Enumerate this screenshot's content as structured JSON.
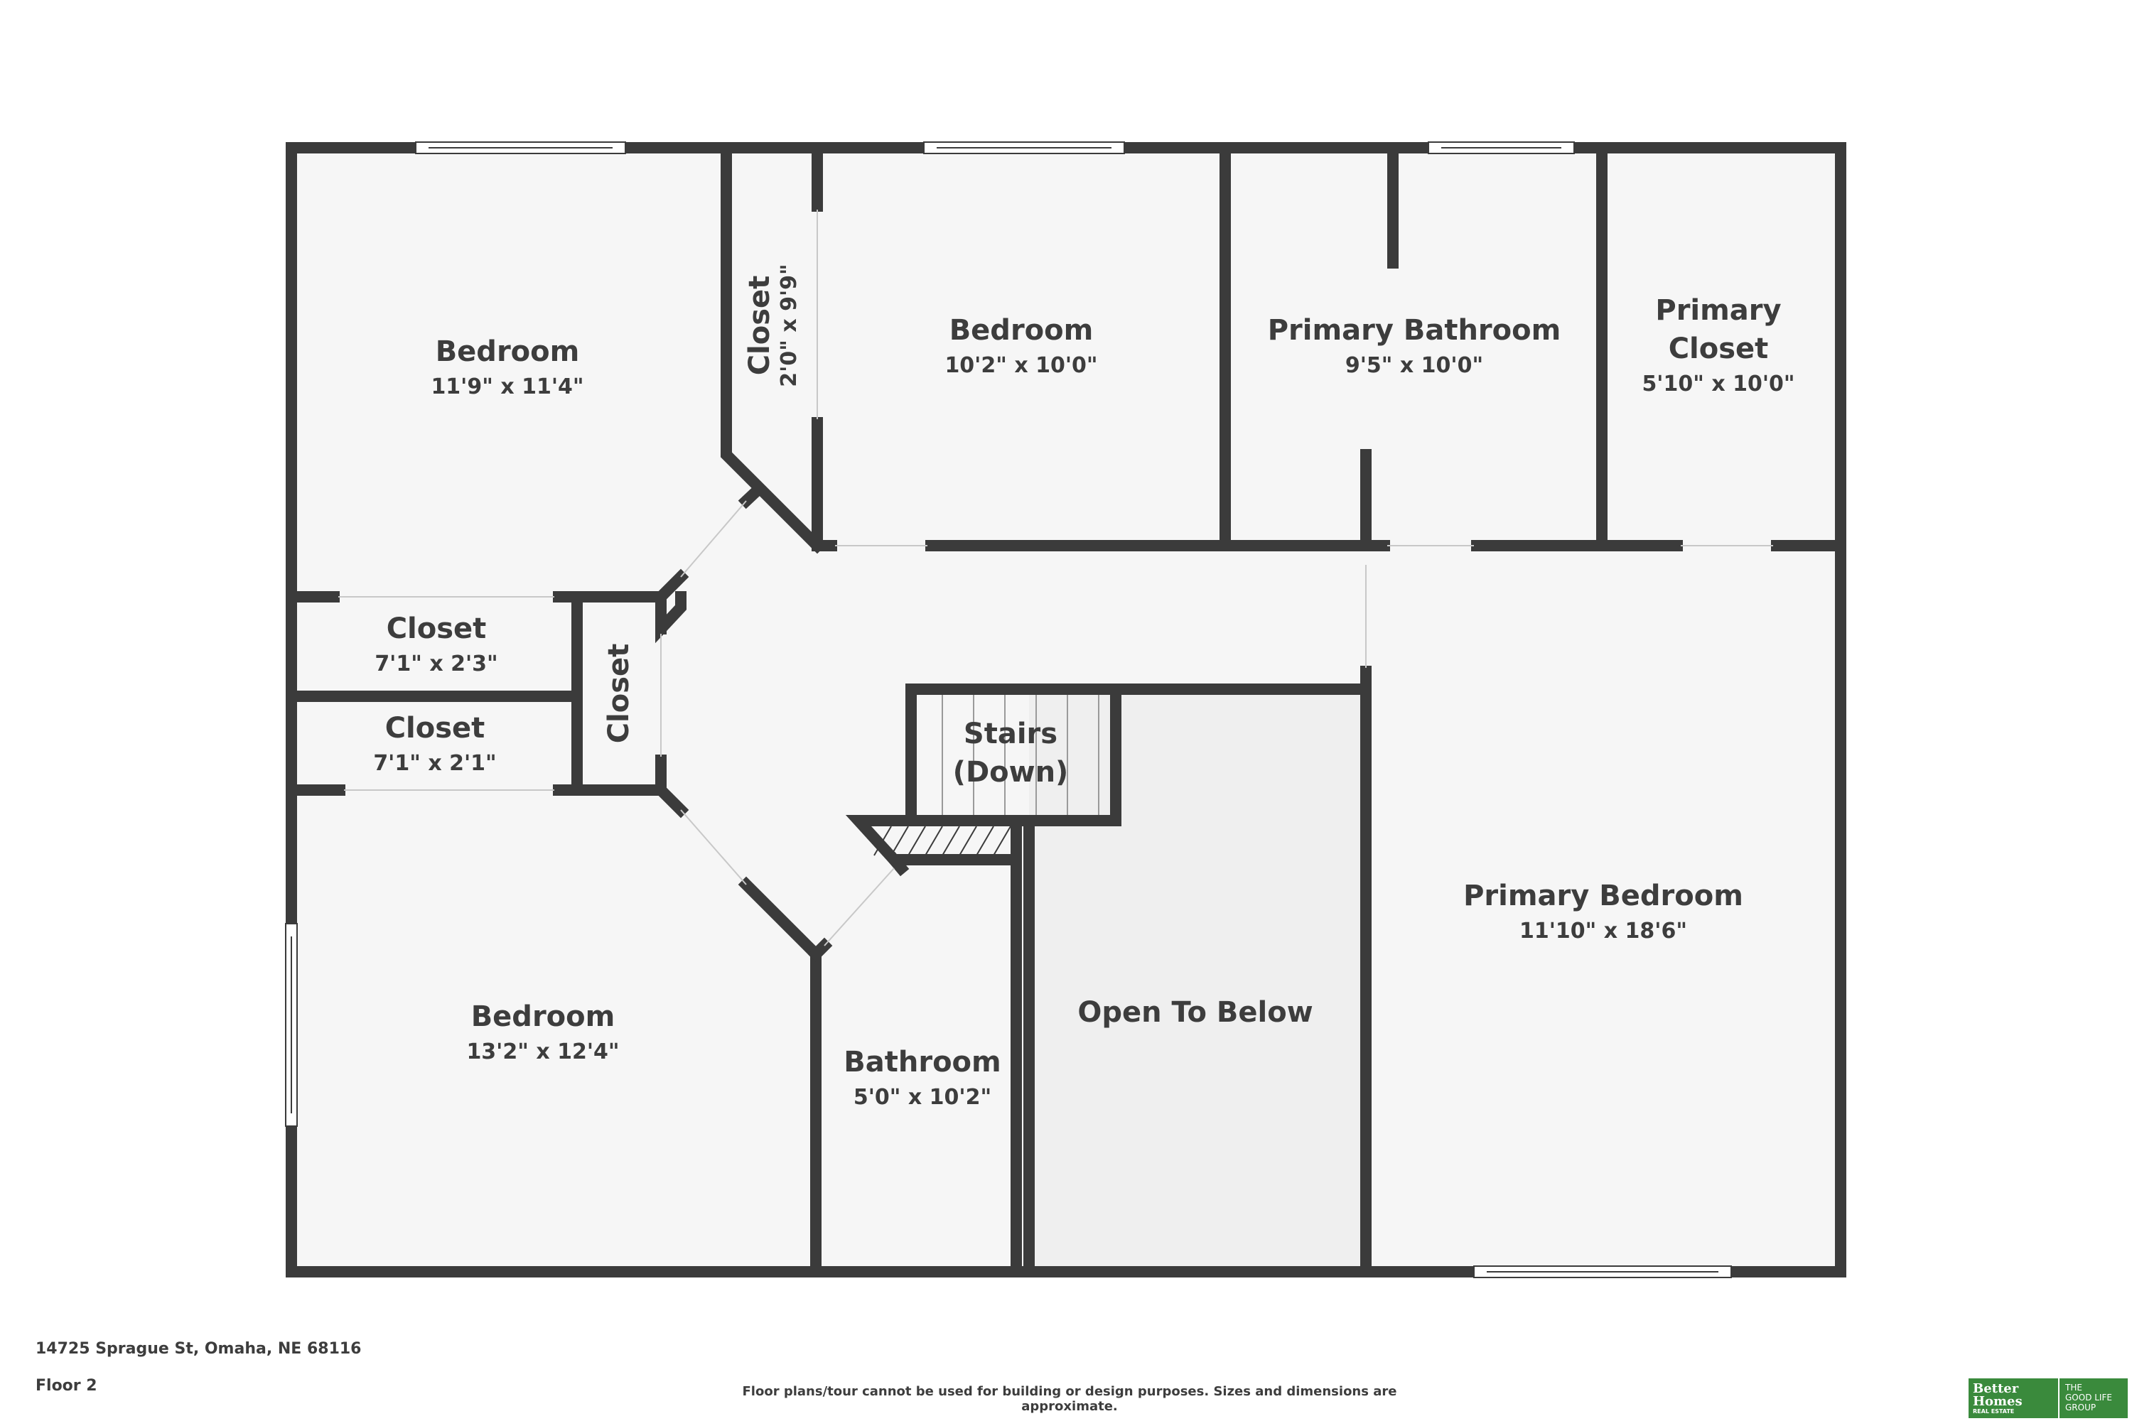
{
  "rooms": {
    "bedroom_nw": {
      "name": "Bedroom",
      "dims": "11'9\" x 11'4\""
    },
    "closet_narrow": {
      "name": "Closet",
      "dims": "2'0\" x 9'9\""
    },
    "bedroom_n": {
      "name": "Bedroom",
      "dims": "10'2\" x 10'0\""
    },
    "primary_bathroom": {
      "name": "Primary Bathroom",
      "dims": "9'5\" x 10'0\""
    },
    "primary_closet": {
      "name_line1": "Primary",
      "name_line2": "Closet",
      "dims": "5'10\" x 10'0\""
    },
    "closet_upper": {
      "name": "Closet",
      "dims": "7'1\" x 2'3\""
    },
    "closet_lower": {
      "name": "Closet",
      "dims": "7'1\" x 2'1\""
    },
    "closet_vertical": {
      "name": "Closet"
    },
    "stairs": {
      "line1": "Stairs",
      "line2": "(Down)"
    },
    "bedroom_sw": {
      "name": "Bedroom",
      "dims": "13'2\" x 12'4\""
    },
    "bathroom": {
      "name": "Bathroom",
      "dims": "5'0\" x 10'2\""
    },
    "open_to_below": {
      "name": "Open To Below"
    },
    "primary_bedroom": {
      "name": "Primary Bedroom",
      "dims": "11'10\" x 18'6\""
    }
  },
  "footer": {
    "address": "14725 Sprague St, Omaha, NE 68116",
    "floor": "Floor 2",
    "disclaimer": "Floor plans/tour cannot be used for building or design purposes. Sizes and dimensions are approximate."
  },
  "logo": {
    "brand_line1": "Better",
    "brand_line2": "Homes",
    "brand_line3": "REAL ESTATE",
    "group_line1": "THE",
    "group_line2": "GOOD LIFE",
    "group_line3": "GROUP",
    "color": "#3a8a3c"
  },
  "colors": {
    "wall": "#3b3b3b",
    "room_fill": "#f6f6f6",
    "open_to_below_fill": "#efefef"
  }
}
